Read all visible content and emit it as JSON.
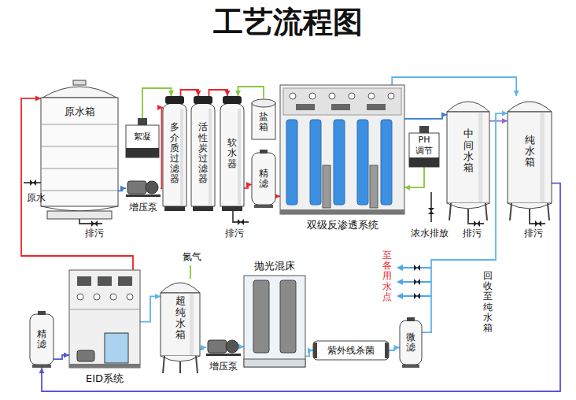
{
  "diagram": {
    "title": "工艺流程图",
    "nodes": [
      {
        "text": [
          "原水箱"
        ]
      },
      {
        "text": [
          "絮凝"
        ]
      },
      {
        "text": [
          "增压泵"
        ]
      },
      {
        "text": [
          "多介质过滤器"
        ]
      },
      {
        "text": [
          "活性炭过滤器"
        ]
      },
      {
        "text": [
          "软水器"
        ]
      },
      {
        "text": [
          "盐箱"
        ]
      },
      {
        "text": [
          "精滤"
        ]
      },
      {
        "text": [
          "双级反渗透系统"
        ]
      },
      {
        "text": [
          "PH 调节"
        ]
      },
      {
        "text": [
          "中间水箱"
        ]
      },
      {
        "text": [
          "纯水箱"
        ]
      },
      {
        "text": [
          "精滤"
        ]
      },
      {
        "text": [
          "EID系统"
        ]
      },
      {
        "text": [
          "超纯水箱"
        ]
      },
      {
        "text": [
          "增压泵"
        ]
      },
      {
        "text": [
          "抛光混床"
        ]
      },
      {
        "text": [
          "紫外线杀菌"
        ]
      },
      {
        "text": [
          "微滤"
        ]
      }
    ],
    "edges": [
      {
        "from": 13,
        "to": 0,
        "arrow": "to"
      },
      {
        "from": 0,
        "to": 2,
        "arrow": "to"
      },
      {
        "from": 2,
        "to": 3,
        "arrow": "to"
      },
      {
        "from": 1,
        "to": 3,
        "arrow": "to"
      },
      {
        "from": 3,
        "to": 4,
        "arrow": "to"
      },
      {
        "from": 4,
        "to": 5,
        "arrow": "to"
      },
      {
        "from": 6,
        "to": 5,
        "arrow": "to"
      },
      {
        "from": 5,
        "to": 7,
        "arrow": "to"
      },
      {
        "from": 7,
        "to": 8,
        "arrow": "to"
      },
      {
        "from": 9,
        "to": 8,
        "arrow": "to"
      },
      {
        "from": 8,
        "to": 10,
        "arrow": "to"
      },
      {
        "from": 8,
        "to": 11,
        "arrow": "to"
      },
      {
        "from": 10,
        "to": 11,
        "arrow": "to"
      },
      {
        "from": 11,
        "to": 12,
        "arrow": "to"
      },
      {
        "from": 12,
        "to": 13,
        "arrow": "to"
      },
      {
        "from": 13,
        "to": 14,
        "arrow": "to"
      },
      {
        "from": 14,
        "to": 15,
        "arrow": "to"
      },
      {
        "from": 15,
        "to": 16,
        "arrow": "to"
      },
      {
        "from": 16,
        "to": 17,
        "arrow": "to"
      },
      {
        "from": 17,
        "to": 18,
        "arrow": "to"
      },
      {
        "from": 18,
        "to": 11,
        "arrow": "to"
      }
    ],
    "labels": [
      "原水",
      "排污",
      "排污",
      "浓水排放",
      "排污",
      "排污",
      "氮气",
      "至各用水点",
      "回收至纯水箱"
    ]
  }
}
